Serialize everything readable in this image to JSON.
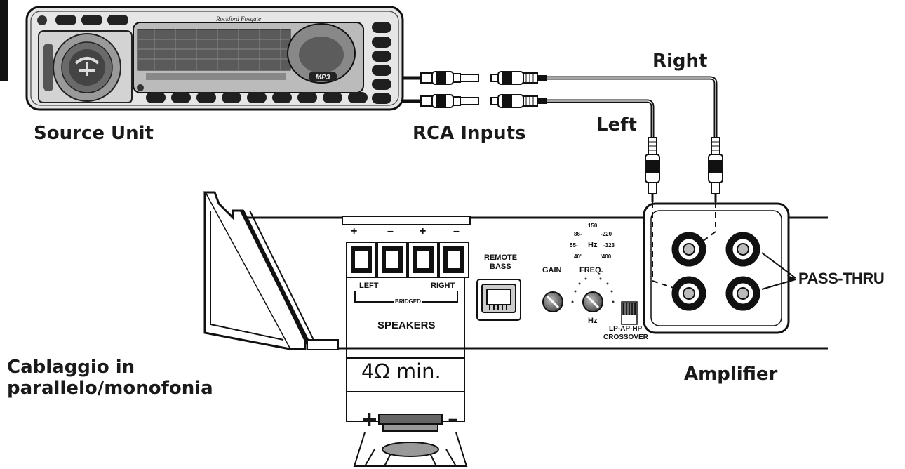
{
  "labels": {
    "source_unit": "Source Unit",
    "rca_inputs": "RCA Inputs",
    "right": "Right",
    "left": "Left",
    "pass_thru": "PASS-THRU",
    "amplifier": "Amplifier",
    "caption_line1": "Cablaggio in",
    "caption_line2": "parallelo/monofonia",
    "min_impedance": "4Ω min.",
    "speaker_plus": "+",
    "speaker_minus": "–"
  },
  "amp_panel": {
    "terminal_signs": [
      "+",
      "–",
      "+",
      "–"
    ],
    "left": "LEFT",
    "right": "RIGHT",
    "bridged": "BRIDGED",
    "speakers": "SPEAKERS",
    "remote_bass_line1": "REMOTE",
    "remote_bass_line2": "BASS",
    "gain": "GAIN",
    "freq": "FREQ.",
    "hz_top": "Hz",
    "hz_bottom": "Hz",
    "crossover_line1": "LP-AP-HP",
    "crossover_line2": "CROSSOVER",
    "freq_scale": [
      "150",
      "86-",
      "-220",
      "55-",
      "-323",
      "40'",
      "'400"
    ]
  },
  "head_unit": {
    "brand": "Rockford Fosgate",
    "display_badge": "MP3"
  }
}
